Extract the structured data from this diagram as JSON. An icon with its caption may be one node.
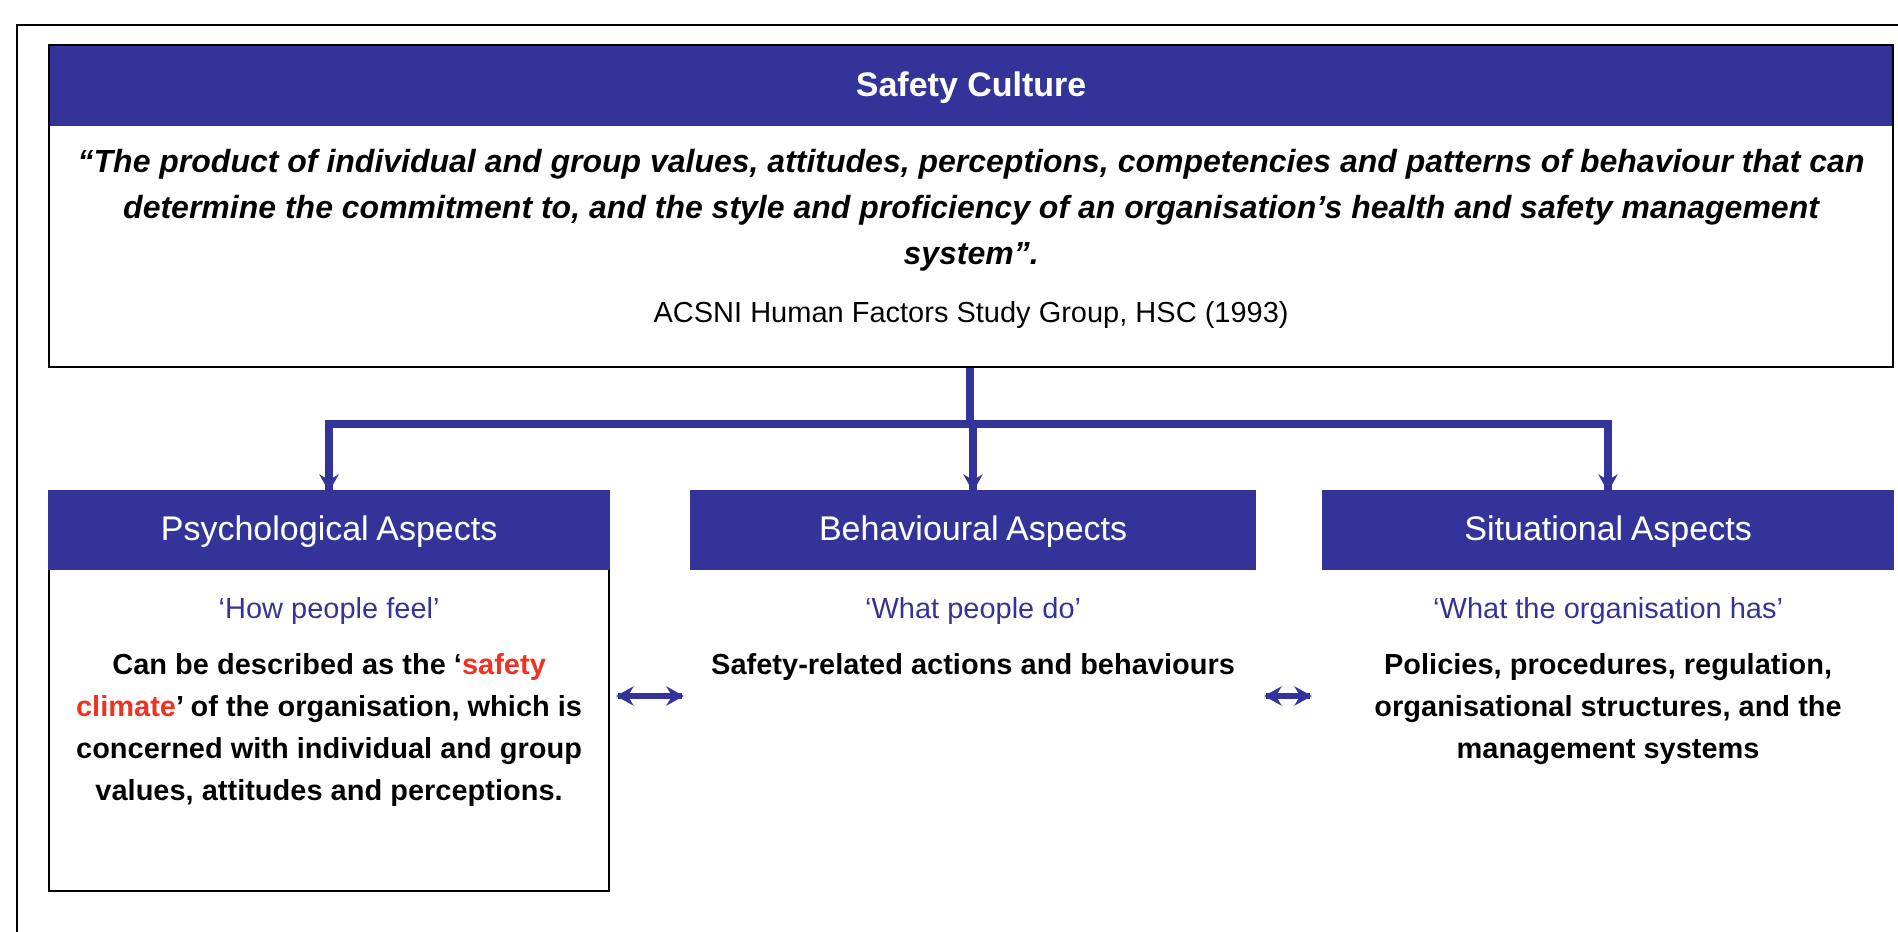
{
  "diagram": {
    "nodes": [
      {
        "text": [
          "Safety Culture",
          "“The product of individual and group values, attitudes, perceptions, competencies and patterns of behaviour that can determine the commitment to, and the style and proficiency of an organisation’s health and safety management system”.",
          "ACSNI Human Factors Study Group, HSC (1993)"
        ]
      },
      {
        "text": [
          "Psychological Aspects",
          "‘How people feel’",
          "Can be described as the ‘**safety climate**’ of the organisation, which is concerned with individual and group values, attitudes and perceptions."
        ]
      },
      {
        "text": [
          "Behavioural Aspects",
          "‘What people do’",
          "Safety-related actions and behaviours"
        ]
      },
      {
        "text": [
          "Situational Aspects",
          "‘What the organisation has’",
          "Policies, procedures, regulation, organisational structures, and the management systems"
        ]
      }
    ],
    "edges": [
      {
        "from": 0,
        "to": 1,
        "arrow": "to"
      },
      {
        "from": 0,
        "to": 2,
        "arrow": "to"
      },
      {
        "from": 0,
        "to": 3,
        "arrow": "to"
      },
      {
        "from": 1,
        "to": 2,
        "arrow": "both"
      },
      {
        "from": 2,
        "to": 3,
        "arrow": "both"
      }
    ]
  }
}
